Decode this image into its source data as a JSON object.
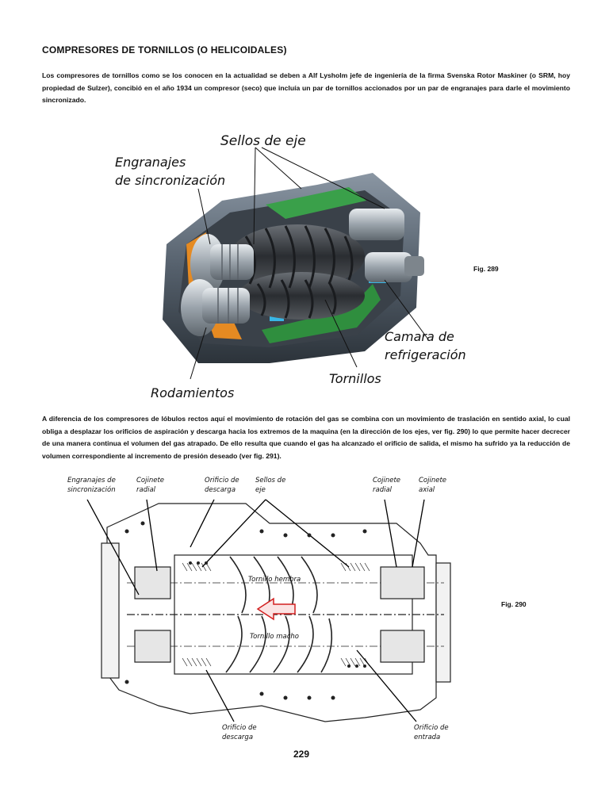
{
  "heading": "COMPRESORES DE TORNILLOS (O HELICOIDALES)",
  "paragraph_1": "Los compresores de tornillos como se los conocen en la actualidad se deben a Alf Lysholm jefe de ingeniería de la firma Svenska Rotor Maskiner (o SRM, hoy propiedad de Sulzer), concibió en el año 1934 un compresor (seco) que incluía un par de tornillos accionados por un par de engranajes para darle el movimiento sincronizado.",
  "paragraph_2": "A diferencia de los compresores de lóbulos rectos aquí el movimiento de rotación del gas se combina con un movimiento de traslación en sentido axial, lo cual obliga a desplazar los orificios de aspiración y descarga hacia los extremos de la maquina (en la dirección de los ejes, ver fig. 290) lo que permite hacer decrecer de una manera continua el volumen del gas atrapado. De ello resulta que cuando el gas ha alcanzado el orificio de salida, el mismo ha sufrido ya la reducción de volumen correspondiente al incremento de presión deseado (ver fig. 291).",
  "figure_289": {
    "label": "Fig. 289",
    "callouts": {
      "sellos_de_eje": "Sellos de eje",
      "engranajes_line1": "Engranajes",
      "engranajes_line2": "de sincronización",
      "camara_line1": "Camara de",
      "camara_line2": "refrigeración",
      "tornillos": "Tornillos",
      "rodamientos": "Rodamientos"
    }
  },
  "figure_290": {
    "label": "Fig. 290",
    "callouts": {
      "engranajes_line1": "Engranajes de",
      "engranajes_line2": "sincronización",
      "cojinete_radial_l1": "Cojinete",
      "cojinete_radial_l2": "radial",
      "orificio_descarga_top_l1": "Orificio de",
      "orificio_descarga_top_l2": "descarga",
      "sellos_l1": "Sellos de",
      "sellos_l2": "eje",
      "cojinete_radial_right_l1": "Cojinete",
      "cojinete_radial_right_l2": "radial",
      "cojinete_axial_l1": "Cojinete",
      "cojinete_axial_l2": "axial",
      "tornillo_hembra": "Tornillo hembra",
      "tornillo_macho": "Tornillo macho",
      "orificio_descarga_bottom_l1": "Orificio de",
      "orificio_descarga_bottom_l2": "descarga",
      "orificio_entrada_l1": "Orificio de",
      "orificio_entrada_l2": "entrada"
    }
  },
  "page_number": "229"
}
